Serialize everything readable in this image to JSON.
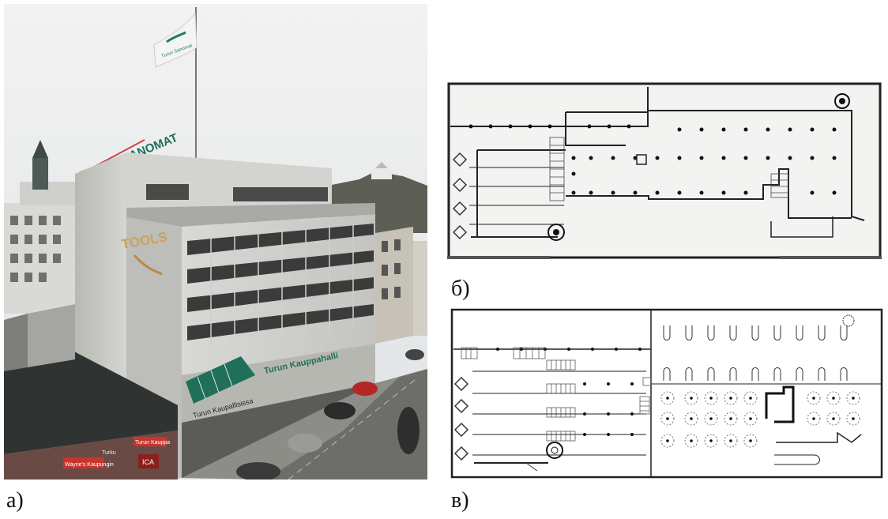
{
  "labels": {
    "a": "а)",
    "b": "б)",
    "v": "в)"
  },
  "photo": {
    "rooftop_sign": "TURUN SANOMAT",
    "flag_text": "Turun Sanomat",
    "wall_logo": "TOOLS",
    "shop_sign": "Turun Kauppahalli",
    "awning_sign": "Turun Kaupallisissa",
    "sign_small_1": "Turku",
    "sign_small_2": "Wayne's Kaupungin",
    "sign_small_3": "Turun Kauppa",
    "sign_small_4": "ICA"
  },
  "colors": {
    "awning": "#1f6f5a",
    "sky": "#e9ebec",
    "building": "#cfcfcc"
  }
}
